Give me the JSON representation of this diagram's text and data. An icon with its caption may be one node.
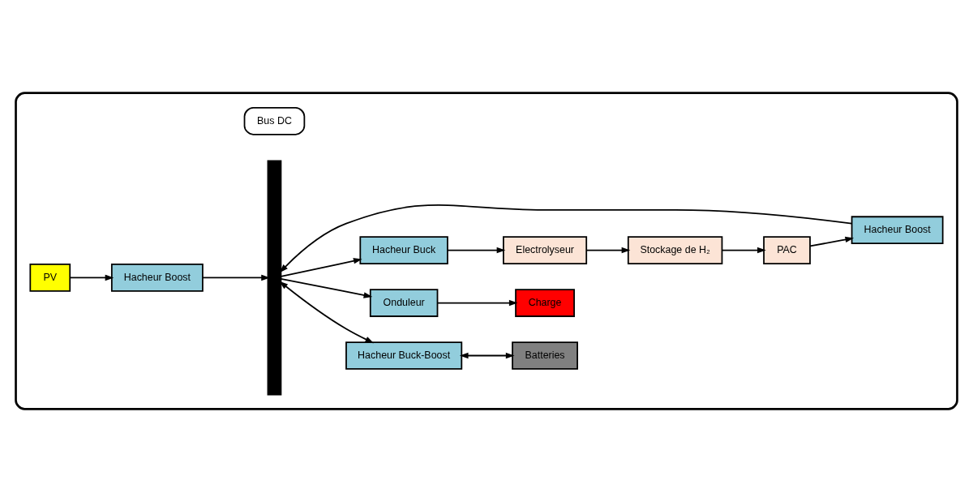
{
  "diagram": {
    "nodes": [
      {
        "text": [],
        "shape": "box"
      },
      {
        "text": [
          "PV"
        ],
        "in": 0
      },
      {
        "text": [
          "Hacheur Boost"
        ],
        "in": 0
      },
      {
        "text": [],
        "shape": "bar",
        "in": 0
      },
      {
        "text": [
          "Hacheur Buck-Boost"
        ],
        "in": 0
      },
      {
        "text": [
          "Batteries"
        ],
        "in": 0
      },
      {
        "text": [
          "PAC"
        ],
        "in": 0
      },
      {
        "text": [
          "Hacheur Boost"
        ],
        "in": 0
      },
      {
        "text": [
          "Onduleur"
        ],
        "in": 0
      },
      {
        "text": [
          "Charge"
        ],
        "in": 0
      },
      {
        "text": [
          "Hacheur Buck"
        ],
        "in": 0
      },
      {
        "text": [
          "Bus DC"
        ],
        "in": 0
      },
      {
        "text": [
          "Stockage de H₂"
        ],
        "in": 0
      },
      {
        "text": [
          "Electrolyseur"
        ],
        "in": 0
      }
    ],
    "edges": [
      {
        "from": 1,
        "to": 2,
        "arrow": "to"
      },
      {
        "from": 2,
        "to": 3,
        "arrow": "to"
      },
      {
        "from": 3,
        "to": 4,
        "arrow": "both"
      },
      {
        "from": 4,
        "to": 5,
        "arrow": "both"
      },
      {
        "from": 6,
        "to": 7,
        "arrow": "to"
      },
      {
        "from": 7,
        "to": 3,
        "arrow": "to"
      },
      {
        "from": 3,
        "to": 8,
        "arrow": "to"
      },
      {
        "from": 8,
        "to": 9,
        "arrow": "to"
      },
      {
        "from": 3,
        "to": 10,
        "arrow": "to"
      },
      {
        "from": 10,
        "to": 13,
        "arrow": "to"
      },
      {
        "from": 13,
        "to": 12,
        "arrow": "to"
      },
      {
        "from": 12,
        "to": 6,
        "arrow": "to"
      }
    ]
  }
}
